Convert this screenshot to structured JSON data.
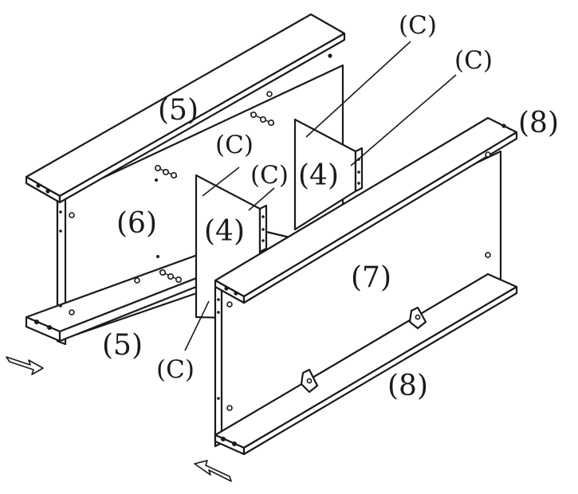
{
  "labels": {
    "panel_5_top": "(5)",
    "panel_5_bottom": "(5)",
    "panel_6": "(6)",
    "panel_7": "(7)",
    "panel_8_top": "(8)",
    "panel_8_bottom": "(8)",
    "divider_4_left": "(4)",
    "divider_4_right": "(4)",
    "fitting_c_top_1": "(C)",
    "fitting_c_top_2": "(C)",
    "fitting_c_mid_1": "(C)",
    "fitting_c_mid_2": "(C)",
    "fitting_c_bottom": "(C)"
  },
  "icons": {
    "arrow_left": "direction-arrow-icon",
    "arrow_right": "direction-arrow-icon"
  },
  "colors": {
    "line": "#1a1a1a",
    "fill": "#ffffff"
  }
}
